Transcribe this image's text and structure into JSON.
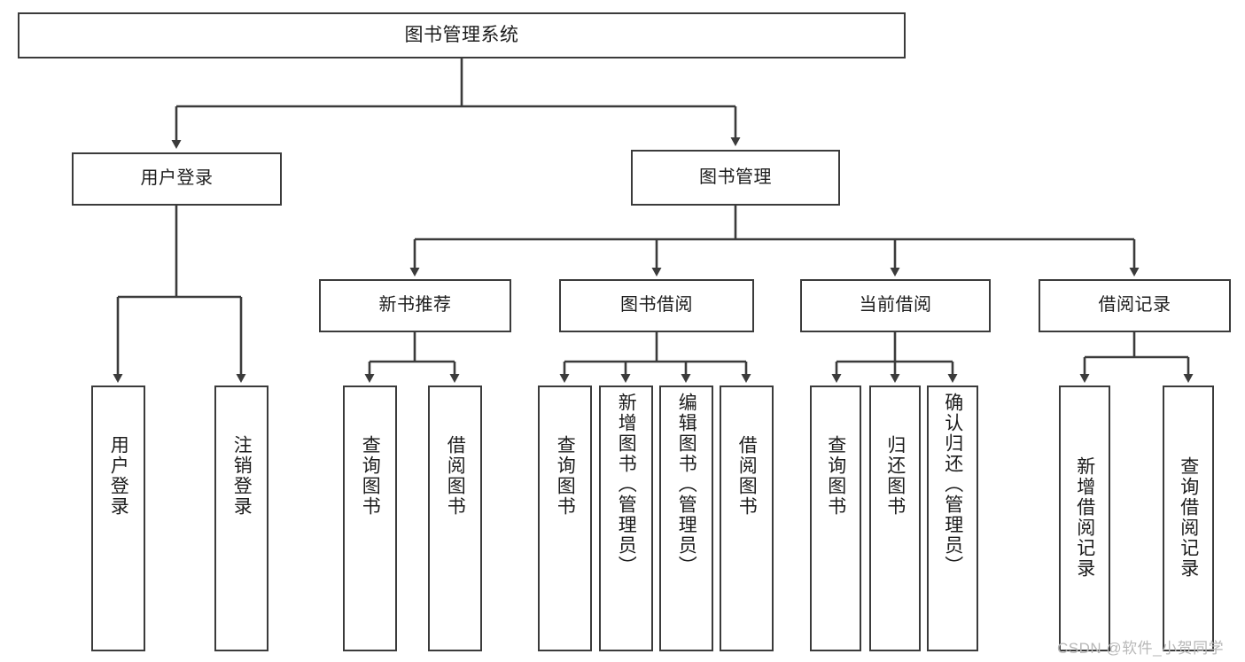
{
  "diagram": {
    "title": "图书管理系统",
    "type": "tree-hierarchy-diagram",
    "colors": {
      "box_border": "#3b3b3b",
      "box_fill": "#ffffff",
      "connector": "#3b3b3b",
      "text": "#1c1c1c",
      "watermark": "#b8b8b8",
      "background": "#ffffff"
    },
    "root": {
      "label": "图书管理系统"
    },
    "level2": [
      {
        "label": "用户登录"
      },
      {
        "label": "图书管理"
      }
    ],
    "level3": [
      {
        "label": "新书推荐"
      },
      {
        "label": "图书借阅"
      },
      {
        "label": "当前借阅"
      },
      {
        "label": "借阅记录"
      }
    ],
    "leaves": {
      "user_login": [
        {
          "label": "用户登录"
        },
        {
          "label": "注销登录"
        }
      ],
      "new_book_recommend": [
        {
          "label": "查询图书"
        },
        {
          "label": "借阅图书"
        }
      ],
      "book_borrow": [
        {
          "label": "查询图书"
        },
        {
          "label": "新增图书（管理员）"
        },
        {
          "label": "编辑图书（管理员）"
        },
        {
          "label": "借阅图书"
        }
      ],
      "current_borrow": [
        {
          "label": "查询图书"
        },
        {
          "label": "归还图书"
        },
        {
          "label": "确认归还（管理员）"
        }
      ],
      "borrow_record": [
        {
          "label": "新增借阅记录"
        },
        {
          "label": "查询借阅记录"
        }
      ]
    },
    "watermark": "CSDN @软件_小贺同学"
  }
}
